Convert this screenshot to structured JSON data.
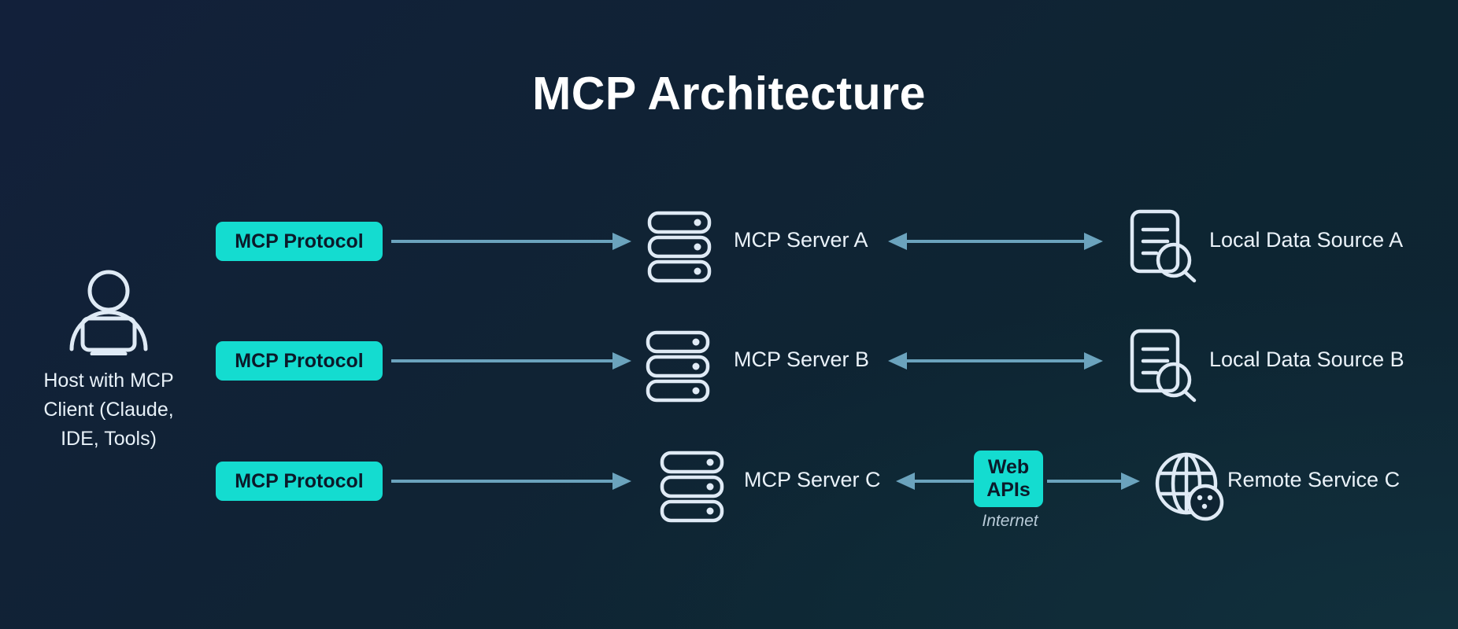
{
  "diagram": {
    "title": "MCP Architecture",
    "colors": {
      "accent": "#14dcd0",
      "arrow": "#6ba3bd",
      "icon_stroke": "#dfeaf5",
      "text": "#eaf2f9",
      "background_start": "#12203a",
      "background_end": "#0f2433",
      "badge_text": "#0b1a2a"
    },
    "host": {
      "icon": "user-with-monitor-icon",
      "label": "Host with MCP\nClient (Claude,\nIDE, Tools)"
    },
    "rows": [
      {
        "protocol_label": "MCP Protocol",
        "server_icon": "server-stack-icon",
        "server_label": "MCP Server A",
        "target_icon": "document-search-icon",
        "target_label": "Local Data Source A",
        "link_type": "bidirectional"
      },
      {
        "protocol_label": "MCP Protocol",
        "server_icon": "server-stack-icon",
        "server_label": "MCP Server B",
        "target_icon": "document-search-icon",
        "target_label": "Local Data Source B",
        "link_type": "bidirectional"
      },
      {
        "protocol_label": "MCP Protocol",
        "server_icon": "server-stack-icon",
        "server_label": "MCP Server C",
        "target_icon": "globe-icon",
        "target_label": "Remote Service C",
        "link_type": "via-internet",
        "web_badge_label": "Web\nAPIs",
        "internet_label": "Internet"
      }
    ]
  }
}
